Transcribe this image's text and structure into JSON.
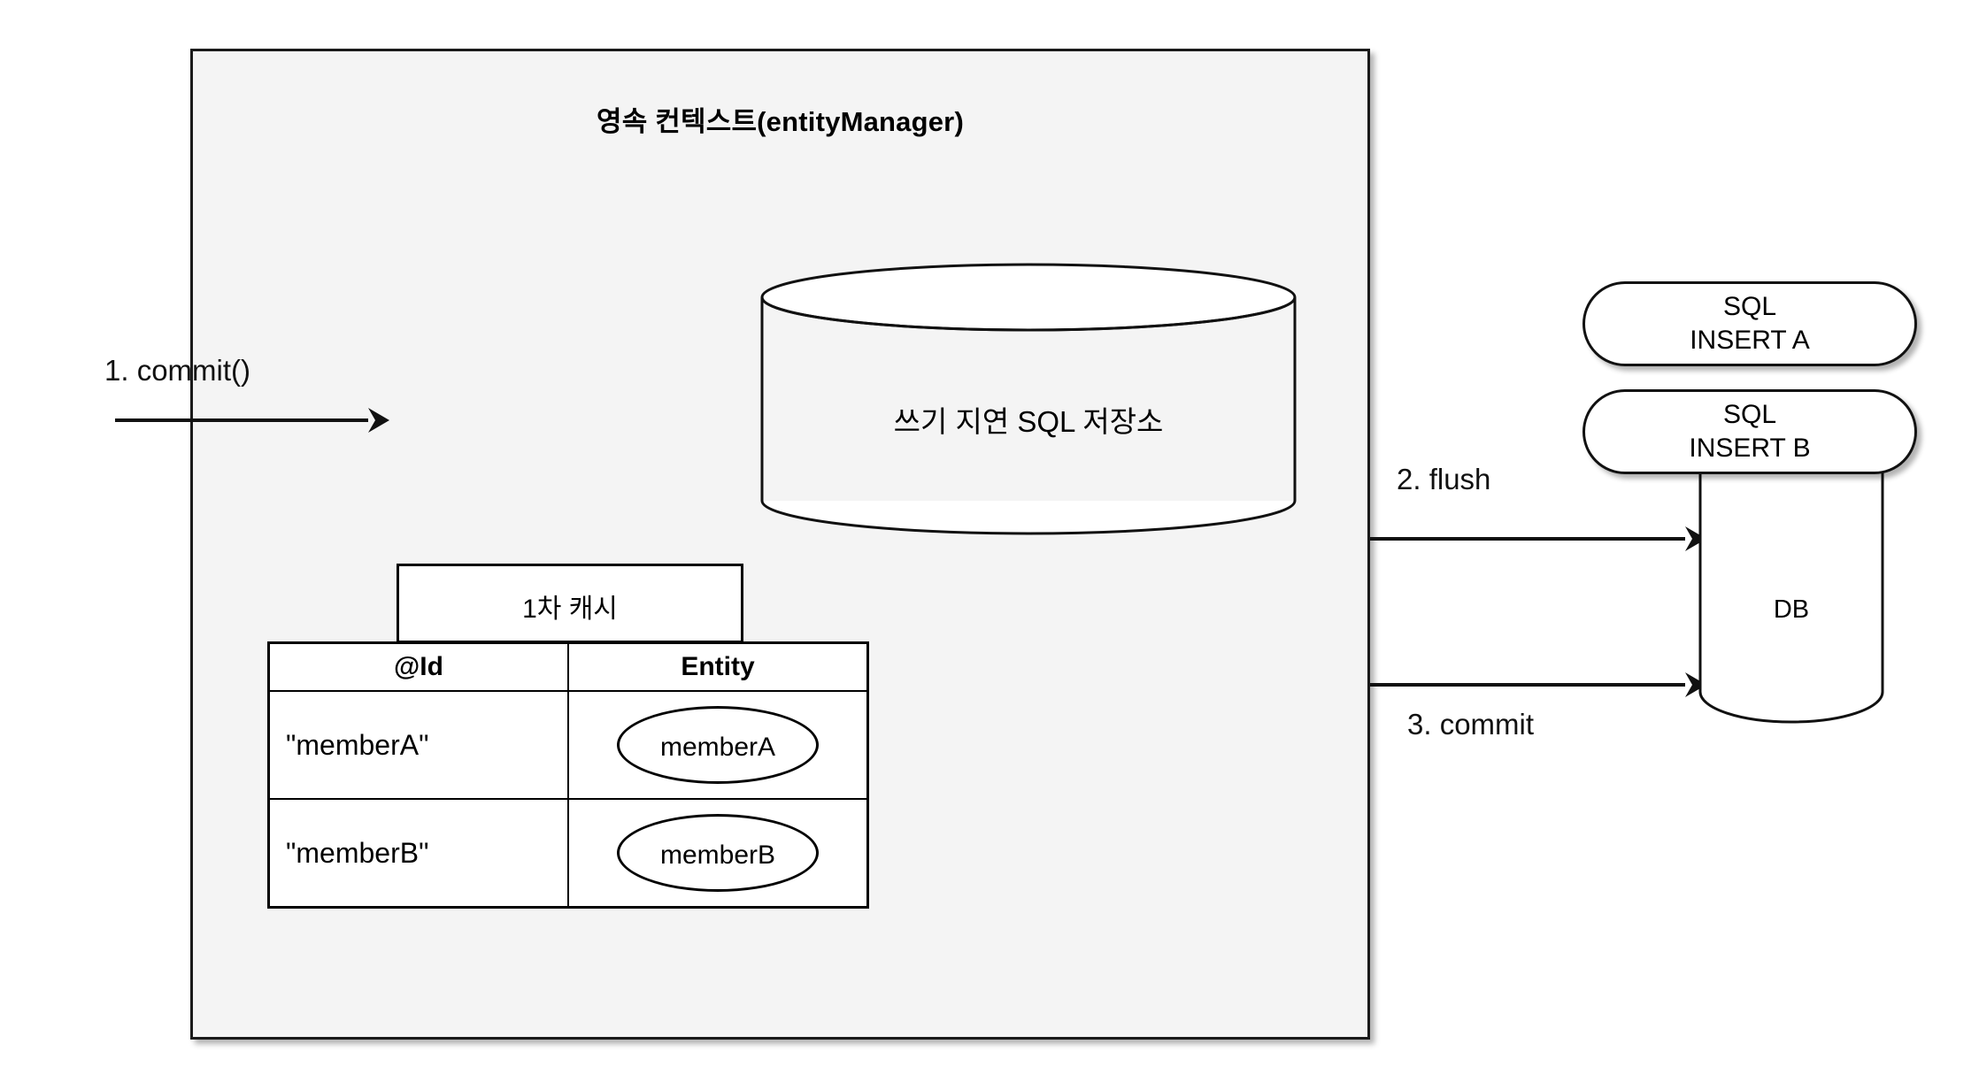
{
  "diagram": {
    "title": "영속 컨텍스트(entityManager)",
    "persistence_context": {
      "label": "영속 컨텍스트(entityManager)",
      "sql_store": {
        "shape": "cylinder",
        "label": "쓰기 지연 SQL 저장소"
      },
      "first_level_cache": {
        "tab_label": "1차 캐시",
        "columns": [
          "@Id",
          "Entity"
        ],
        "rows": [
          {
            "id": "\"memberA\"",
            "entity": "memberA"
          },
          {
            "id": "\"memberB\"",
            "entity": "memberB"
          }
        ]
      }
    },
    "flows": [
      {
        "step": "1",
        "label": "1. commit()",
        "direction": "into-persistence-context"
      },
      {
        "step": "2",
        "label": "2. flush",
        "direction": "to-database"
      },
      {
        "step": "3",
        "label": "3. commit",
        "direction": "to-database"
      }
    ],
    "database": {
      "label": "DB",
      "shape": "cylinder",
      "statements": [
        {
          "line1": "SQL",
          "line2": "INSERT A"
        },
        {
          "line1": "SQL",
          "line2": "INSERT B"
        }
      ]
    },
    "colors": {
      "container_fill": "#f4f4f4",
      "stroke": "#1a1a1a",
      "shape_fill": "#ffffff",
      "text": "#000000",
      "page_background": "#ffffff"
    }
  }
}
